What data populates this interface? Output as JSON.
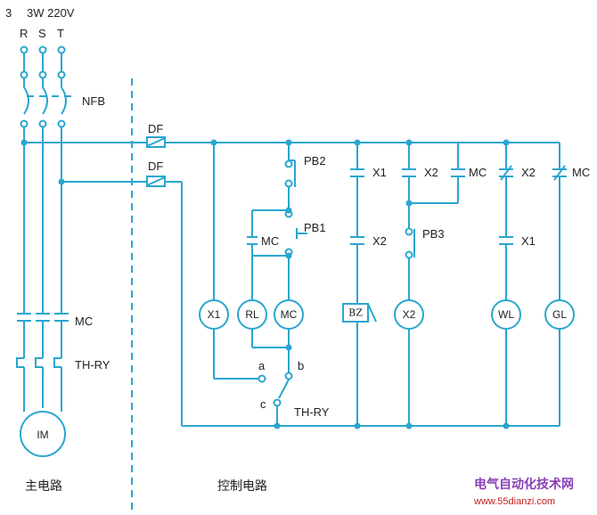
{
  "header": {
    "phase": "3",
    "power": "3W 220V"
  },
  "phases": [
    "R",
    "S",
    "T"
  ],
  "labels": {
    "nfb": "NFB",
    "df_top": "DF",
    "df_bottom": "DF",
    "mc_main": "MC",
    "th_ry_main": "TH-RY",
    "motor": "IM",
    "pb2": "PB2",
    "pb1": "PB1",
    "mc_hold": "MC",
    "x1_top": "X1",
    "x2_mid": "X2",
    "x2_top": "X2",
    "mc_top": "MC",
    "pb3": "PB3",
    "x2_nc": "X2",
    "mc_nc": "MC",
    "x1_lower": "X1",
    "switch_a": "a",
    "switch_b": "b",
    "switch_c": "c",
    "th_ry_ctrl": "TH-RY"
  },
  "coils": [
    "X1",
    "RL",
    "MC",
    "BZ",
    "X2",
    "WL",
    "GL"
  ],
  "captions": {
    "main": "主电路",
    "control": "控制电路"
  },
  "watermark": {
    "title": "电气自动化技术网",
    "url": "www.55dianzi.com"
  },
  "colors": {
    "wire": "#2aa6cf",
    "text": "#222222",
    "watermark_title": "#8a3fb8",
    "watermark_url": "#c02020"
  }
}
